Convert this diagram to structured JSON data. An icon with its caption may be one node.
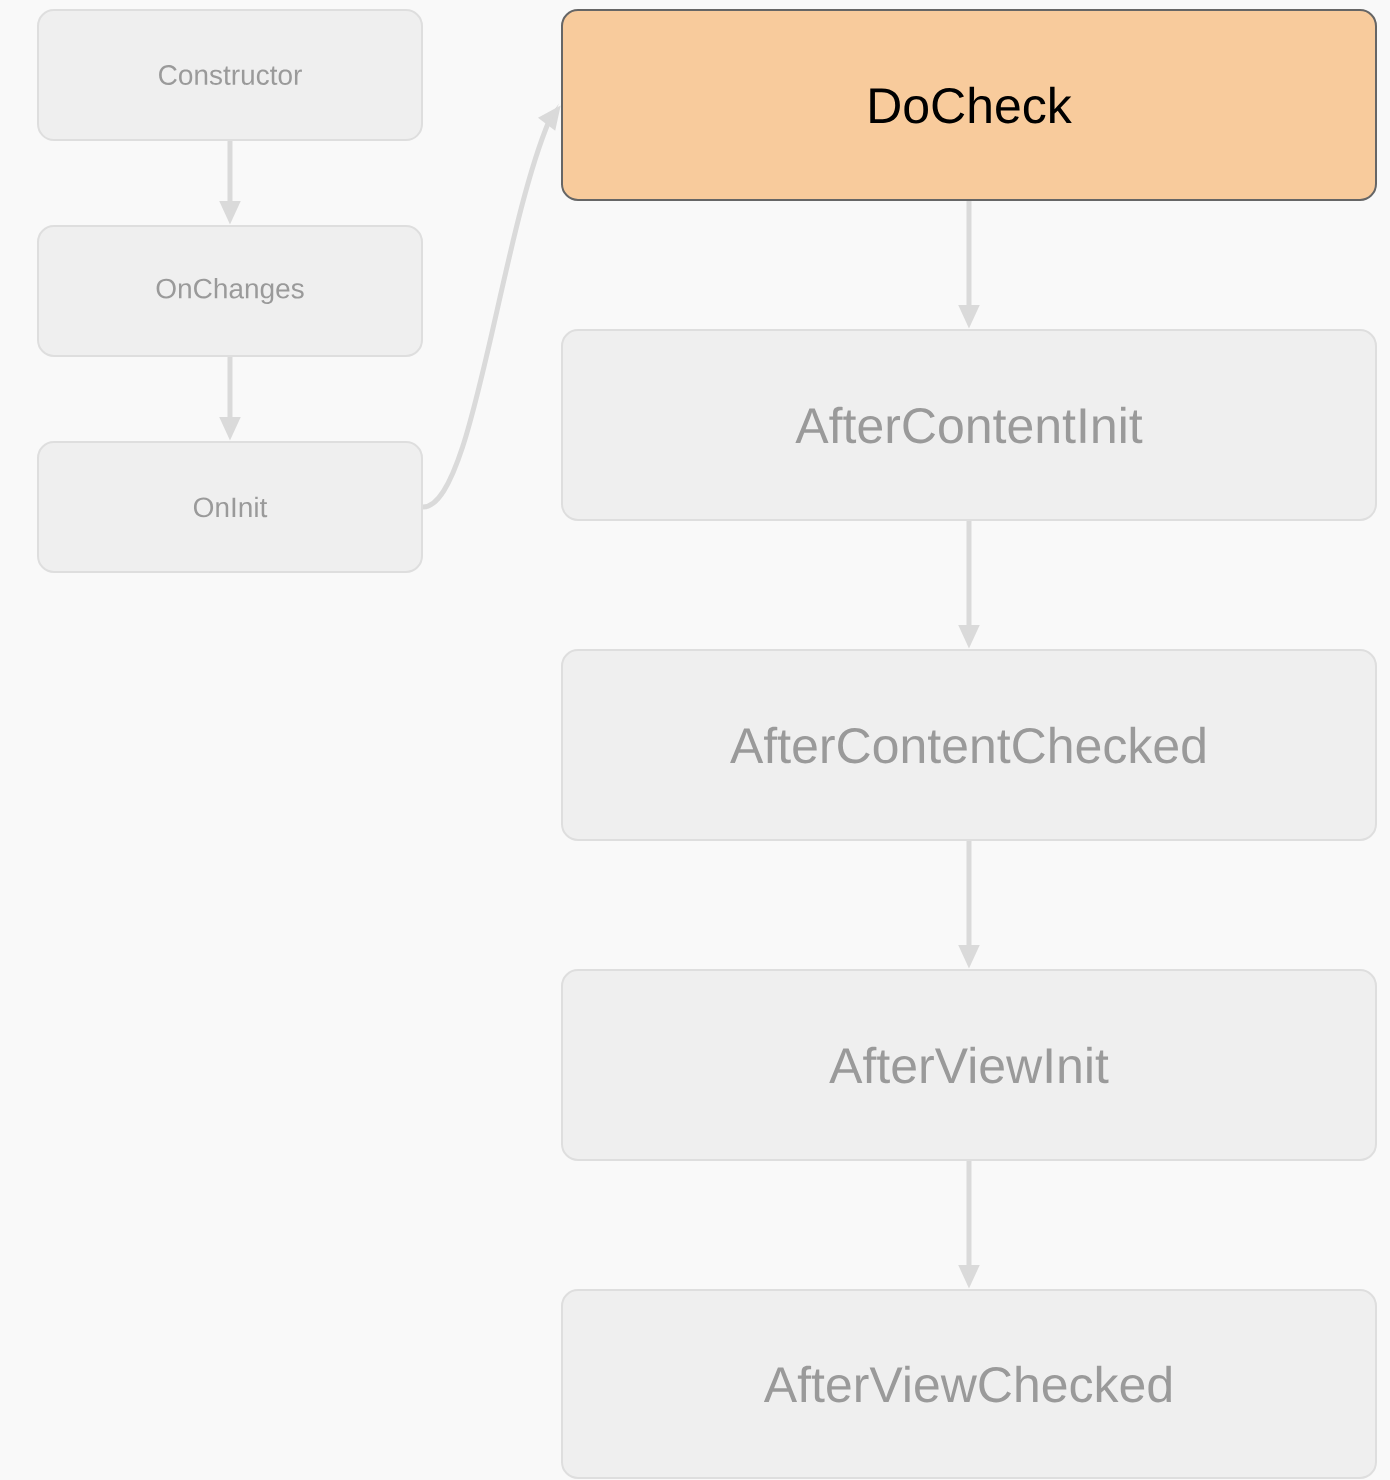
{
  "diagram": {
    "nodes": [
      {
        "text": [
          "Constructor"
        ]
      },
      {
        "text": [
          "OnChanges"
        ]
      },
      {
        "text": [
          "OnInit"
        ]
      },
      {
        "text": [
          "DoCheck"
        ]
      },
      {
        "text": [
          "AfterContentInit"
        ]
      },
      {
        "text": [
          "AfterContentChecked"
        ]
      },
      {
        "text": [
          "AfterViewInit"
        ]
      },
      {
        "text": [
          "AfterViewChecked"
        ]
      }
    ],
    "edges": [
      {
        "from": 0,
        "to": 1,
        "arrow": "to"
      },
      {
        "from": 1,
        "to": 2,
        "arrow": "to"
      },
      {
        "from": 2,
        "to": 3,
        "arrow": "to"
      },
      {
        "from": 3,
        "to": 4,
        "arrow": "to"
      },
      {
        "from": 4,
        "to": 5,
        "arrow": "to"
      },
      {
        "from": 5,
        "to": 6,
        "arrow": "to"
      },
      {
        "from": 6,
        "to": 7,
        "arrow": "to"
      }
    ]
  }
}
